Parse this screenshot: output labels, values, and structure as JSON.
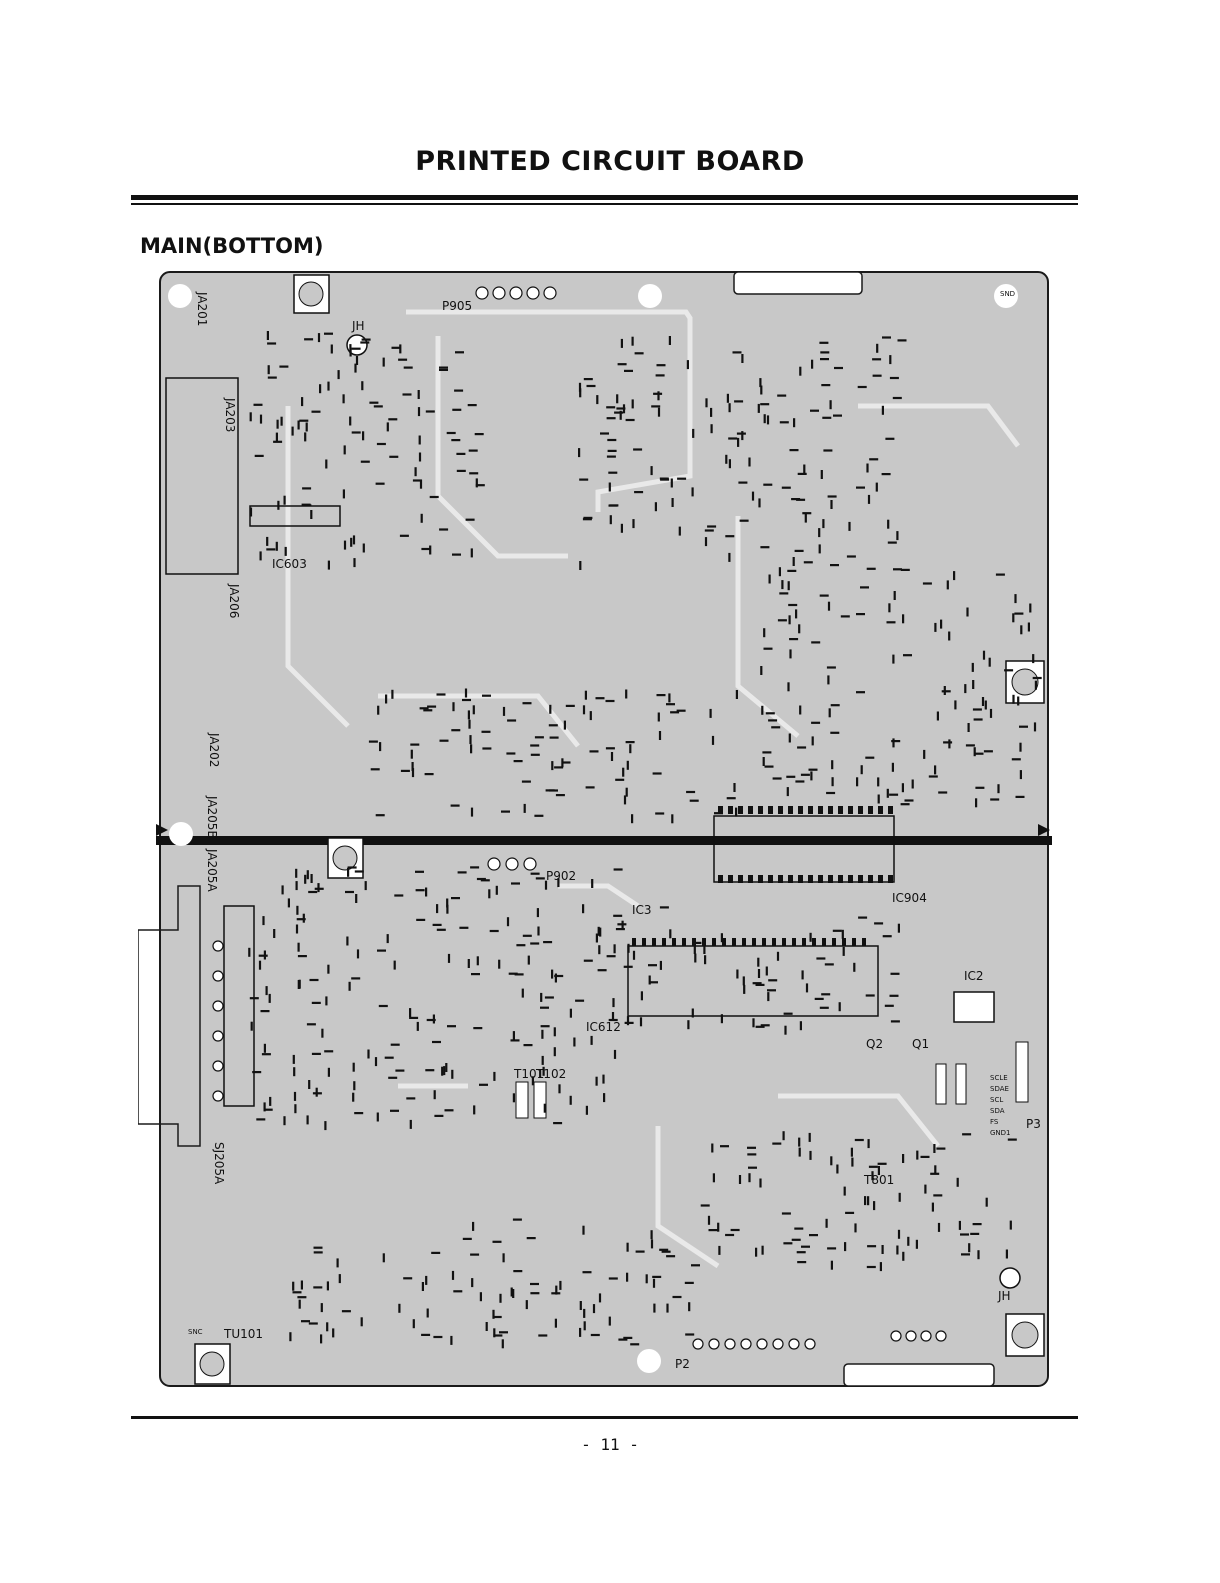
{
  "page": {
    "title": "PRINTED CIRCUIT BOARD",
    "section": "MAIN(BOTTOM)",
    "page_number": "- 11 -"
  },
  "board": {
    "labels": {
      "ja201": "JA201",
      "ja203": "JA203",
      "ja206": "JA206",
      "ja202": "JA202",
      "ja205b": "JA205B",
      "ja205a": "JA205A",
      "sj205a": "SJ205A",
      "p905": "P905",
      "p902": "P902",
      "p2": "P2",
      "p3": "P3",
      "ic603": "IC603",
      "ic3": "IC3",
      "ic612": "IC612",
      "ic2": "IC2",
      "ic904": "IC904",
      "q1": "Q1",
      "q2": "Q2",
      "t101": "T101",
      "t102": "T102",
      "t801": "T801",
      "tu101": "TU101",
      "jh_top": "JH",
      "jh_bottom": "JH",
      "snd": "SND",
      "snc": "SNC"
    },
    "p3_pins": [
      "SCLE",
      "SDAE",
      "SCL",
      "SDA",
      "FS",
      "GND1"
    ],
    "colors": {
      "board_fill": "#c8c8c8",
      "board_edge": "#1a1a1a",
      "trace": "#e9e9e9",
      "pad": "#111111"
    }
  }
}
